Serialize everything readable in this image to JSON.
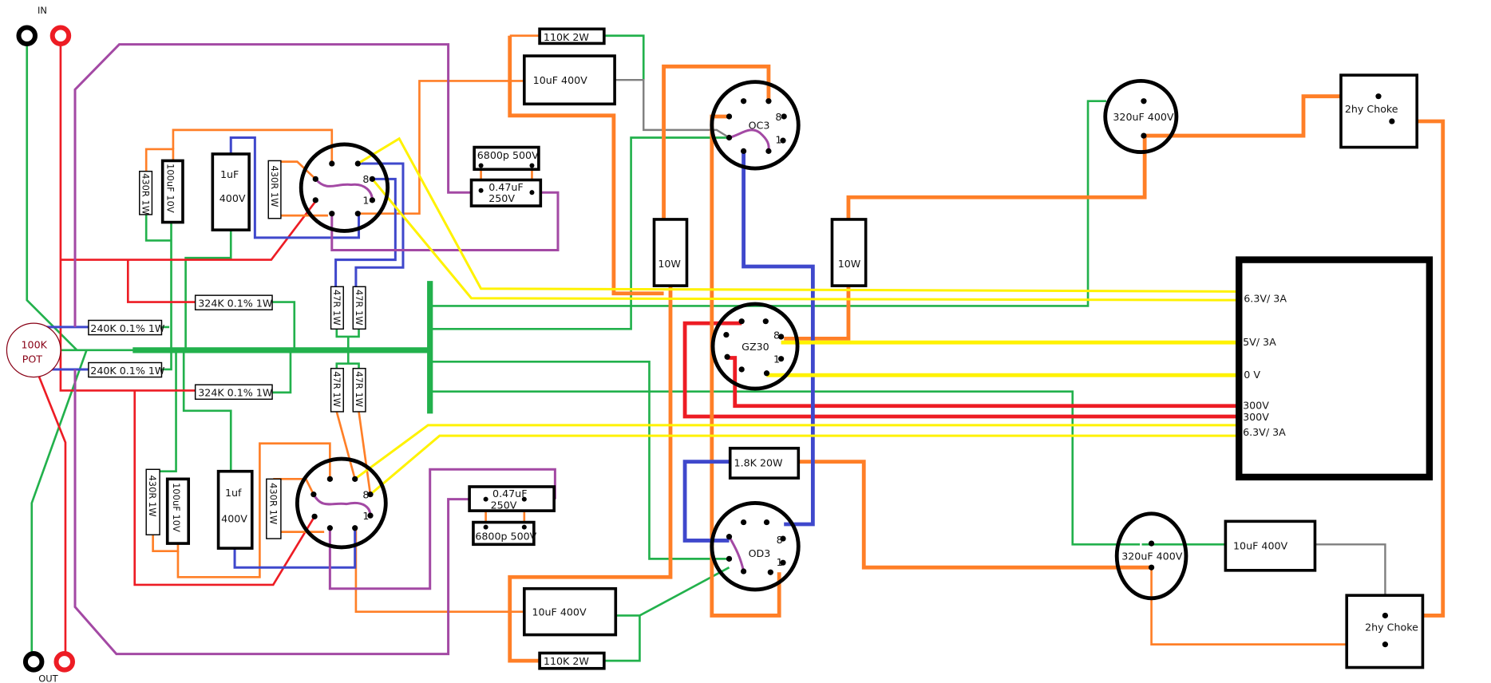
{
  "terminals": {
    "in_label": "IN",
    "out_label": "OUT"
  },
  "pot": {
    "line1": "100K",
    "line2": "POT",
    "color": "#880015"
  },
  "resistors": {
    "r240k_top": "240K 0.1% 1W",
    "r240k_bottom": "240K 0.1% 1W",
    "r324k_top": "324K 0.1% 1W",
    "r324k_bottom": "324K 0.1% 1W",
    "r430_a": "430R 1W",
    "r430_b": "430R 1W",
    "r430_c": "430R 1W",
    "r430_d": "430R 1W",
    "r47_a": "47R 1W",
    "r47_b": "47R 1W",
    "r47_c": "47R 1W",
    "r47_d": "47R 1W",
    "r110k_top": "110K   2W",
    "r110k_bottom": "110K   2W",
    "r10w_left": "10W",
    "r10w_right": "10W",
    "r1k8": "1.8K 20W"
  },
  "capacitors": {
    "c100u_top": "100uF  10V",
    "c100u_bottom": "100uF  10V",
    "c1u_top_1": "1uF",
    "c1u_top_2": "400V",
    "c1u_bottom_1": "1uf",
    "c1u_bottom_2": "400V",
    "c6800_top": "6800p 500V",
    "c047_top_1": "0.47uF",
    "c047_top_2": "250V",
    "c047_bottom_1": "0.47uF",
    "c047_bottom_2": "250V",
    "c6800_bottom": "6800p 500V",
    "c10u_top": "10uF  400V",
    "c10u_bottom": "10uF 400V",
    "c10u_right": "10uF 400V",
    "c320_top": "320uF 400V",
    "c320_bottom": "320uF 400V"
  },
  "tubes": {
    "upper_pin8": "8",
    "upper_pin1": "1",
    "lower_pin8": "8",
    "lower_pin1": "1",
    "oc3": "OC3",
    "oc3_pin8": "8",
    "oc3_pin1": "1",
    "gz30": "GZ30",
    "gz30_pin8": "8",
    "gz30_pin1": "1",
    "od3": "OD3",
    "od3_pin8": "8",
    "od3_pin1": "1"
  },
  "chokes": {
    "top": "2hy Choke",
    "bottom": "2hy Choke"
  },
  "transformer": {
    "tap1": "6.3V/ 3A",
    "tap2": "5V/ 3A",
    "tap3": "0 V",
    "tap4": "300V",
    "tap5": "300V",
    "tap6": "6.3V/ 3A"
  },
  "wire_colors": {
    "ground": "#22b14c",
    "signal": "#ed1c24",
    "high_tension": "#ff7f27",
    "blue": "#3f48cc",
    "purple": "#a349a4",
    "heater": "#fff200",
    "grey": "#7f7f7f"
  }
}
